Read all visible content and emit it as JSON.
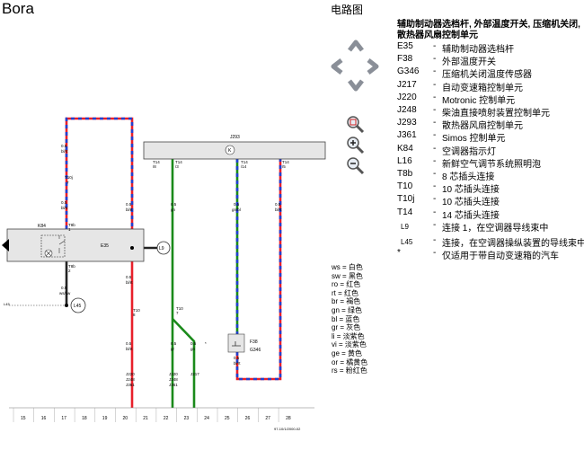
{
  "app": {
    "title": "Bora"
  },
  "diagram": {
    "title": "电路图",
    "heading": "辅助制动器选档杆, 外部温度开关, 压缩机关闭, 散热器风扇控制单元",
    "legend": [
      {
        "code": "E35",
        "desc": "辅助制动器选档杆"
      },
      {
        "code": "F38",
        "desc": "外部温度开关"
      },
      {
        "code": "G346",
        "desc": "压缩机关闭温度传感器"
      },
      {
        "code": "J217",
        "desc": "自动变速箱控制单元"
      },
      {
        "code": "J220",
        "desc": "Motronic 控制单元"
      },
      {
        "code": "J248",
        "desc": "柴油直接喷射装置控制单元"
      },
      {
        "code": "J293",
        "desc": "散热器风扇控制单元"
      },
      {
        "code": "J361",
        "desc": "Simos 控制单元"
      },
      {
        "code": "K84",
        "desc": "空调器指示灯"
      },
      {
        "code": "L16",
        "desc": "新鲜空气调节系统照明泡"
      },
      {
        "code": "T8b",
        "desc": "8 芯插头连接"
      },
      {
        "code": "T10",
        "desc": "10 芯插头连接"
      },
      {
        "code": "T10j",
        "desc": "10 芯插头连接"
      },
      {
        "code": "T14",
        "desc": "14 芯插头连接"
      },
      {
        "code": "L9",
        "desc": "连接 1，在空调器导线束中"
      },
      {
        "code": "L45",
        "desc": "连接，在空调器操纵装置的导线束中"
      },
      {
        "code": "*",
        "desc": "仅适用于带自动变速箱的汽车"
      }
    ],
    "wire_colors": [
      {
        "code": "ws",
        "name": "白色"
      },
      {
        "code": "sw",
        "name": "黑色"
      },
      {
        "code": "ro",
        "name": "红色"
      },
      {
        "code": "rt",
        "name": "红色"
      },
      {
        "code": "br",
        "name": "褐色"
      },
      {
        "code": "gn",
        "name": "绿色"
      },
      {
        "code": "bl",
        "name": "蓝色"
      },
      {
        "code": "gr",
        "name": "灰色"
      },
      {
        "code": "li",
        "name": "淡紫色"
      },
      {
        "code": "vi",
        "name": "淡紫色"
      },
      {
        "code": "ge",
        "name": "黄色"
      },
      {
        "code": "or",
        "name": "橘黄色"
      },
      {
        "code": "rs",
        "name": "粉红色"
      }
    ],
    "labels": {
      "k84": "K84",
      "e35": "E35",
      "l9": "L9",
      "l45": "L45",
      "l45_left": "L45",
      "j293": "J293",
      "k": "K",
      "f38": "F38",
      "g346": "G346",
      "t10j": "T10j",
      "t10j_pin": "7",
      "t8b_top": "T8b",
      "t8b_top_pin": "1",
      "t8b_bottom": "T8b",
      "t8b_bottom_pin": "2",
      "t10_a": "T10",
      "t10_a_pin": "8",
      "t10_b": "T10",
      "t10_b_pin": "7",
      "t14_1": "T14",
      "t14_1_pin": "/8",
      "t14_2": "T14",
      "t14_2_pin": "/3",
      "t14_3": "T14",
      "t14_3_pin": "/14",
      "t14_4": "T14",
      "t14_4_pin": "/5",
      "w_top_size": "0.5",
      "w_top_color": "bl/rt",
      "w_b_size": "0.5",
      "w_b_color": "bl/rt",
      "w_c_size": "0.5",
      "w_c_color": "bl/rt",
      "w_d_size": "0.5",
      "w_d_color": "ws/sw",
      "w_e_size": "0.5",
      "w_e_color": "bl/rt",
      "w_f_size": "0.5",
      "w_f_color": "bl/rt",
      "w_g_size": "0.5",
      "w_g_color": "gn",
      "w_h_size": "0.5",
      "w_h_color": "gn/bl",
      "w_i_size": "0.5",
      "w_i_color": "bl/rt",
      "w_j_size": "0.5",
      "w_j_color": "bl/rt",
      "w_k_size": "0.5",
      "w_k_color": "gr",
      "w_l_size": "0.5",
      "w_l_color": "gn",
      "star": "*",
      "dest_1a": "J220",
      "dest_1b": "J248",
      "dest_1c": "J361",
      "dest_2a": "J220",
      "dest_2b": "J248",
      "dest_2c": "J361",
      "dest_3": "J217"
    },
    "grid_numbers": [
      "15",
      "16",
      "17",
      "18",
      "19",
      "20",
      "21",
      "22",
      "23",
      "24",
      "25",
      "26",
      "27",
      "28"
    ],
    "footer_code": "97-10/1/2000-02"
  },
  "colors": {
    "red": "#e8202a",
    "blue": "#2040d0",
    "green": "#1a8a1a"
  }
}
